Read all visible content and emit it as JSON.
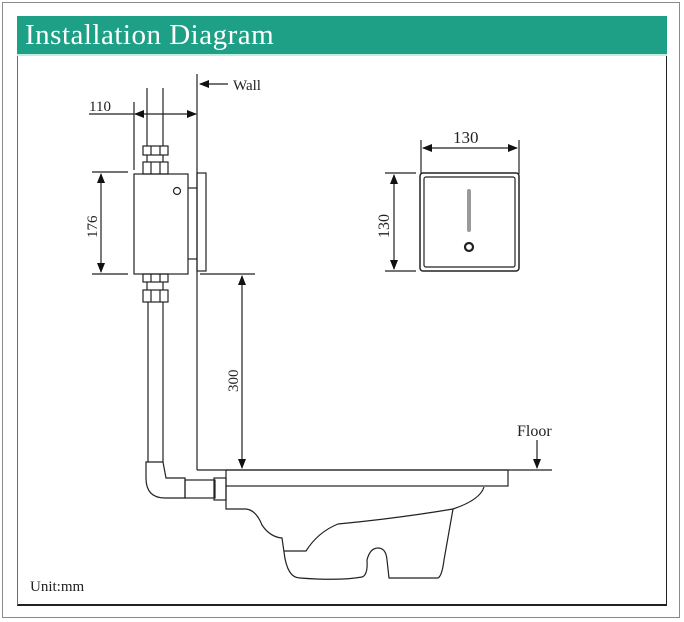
{
  "header": {
    "title": "Installation Diagram",
    "background_color": "#1ea086",
    "text_color": "#ffffff"
  },
  "labels": {
    "wall": "Wall",
    "floor": "Floor",
    "unit": "Unit:mm"
  },
  "dimensions": {
    "pipe_to_wall": "110",
    "valve_height": "176",
    "valve_to_floor": "300",
    "panel_width": "130",
    "panel_height": "130"
  },
  "components": [
    {
      "name": "flush valve box",
      "has_indicator_circle": true
    },
    {
      "name": "sensor panel",
      "features": [
        "vertical indicator bar",
        "sensor circle"
      ],
      "indicator_color": "#9a9a9a"
    },
    {
      "name": "squat toilet pan"
    },
    {
      "name": "elbow pipe connector"
    }
  ]
}
